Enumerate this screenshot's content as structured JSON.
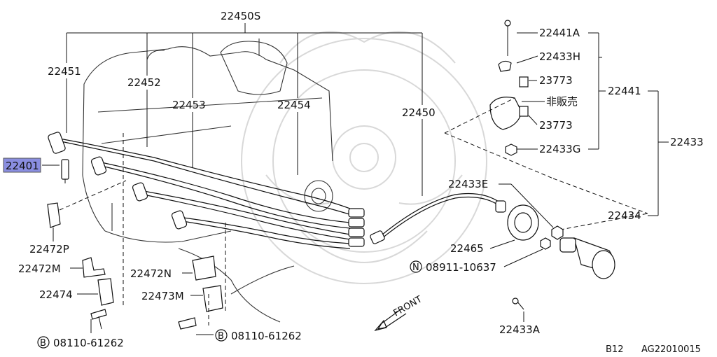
{
  "labels": {
    "set": "22450S",
    "cable_1": "22451",
    "cable_2": "22452",
    "cable_3": "22453",
    "cable_4": "22454",
    "cable_coil": "22450",
    "plug": "22401",
    "clamp_p": "22472P",
    "clamp_m": "22472M",
    "bracket_a": "22474",
    "bolt_a": "08110-61262",
    "clamp_n": "22472N",
    "clamp_m2": "22473M",
    "bolt_b": "08110-61262",
    "bolt_prefix_b": "B",
    "nut_prefix_n": "N",
    "bolt_top": "22441A",
    "clip_h": "22433H",
    "clip_1": "23773",
    "not_sold": "非販売",
    "clip_2": "23773",
    "nut_g": "22433G",
    "bracket_assy": "22441",
    "coil_assy": "22433",
    "coil_wire_end": "22433E",
    "coil": "22434",
    "resistor": "22465",
    "nut": "08911-10637",
    "bolt_coil": "22433A",
    "front": "FRONT",
    "page_code": "B12",
    "figure_code": "AG22010015"
  },
  "colors": {
    "highlight": "#8a8ee0",
    "line": "#111111",
    "watermark": "#d8d8d8"
  }
}
